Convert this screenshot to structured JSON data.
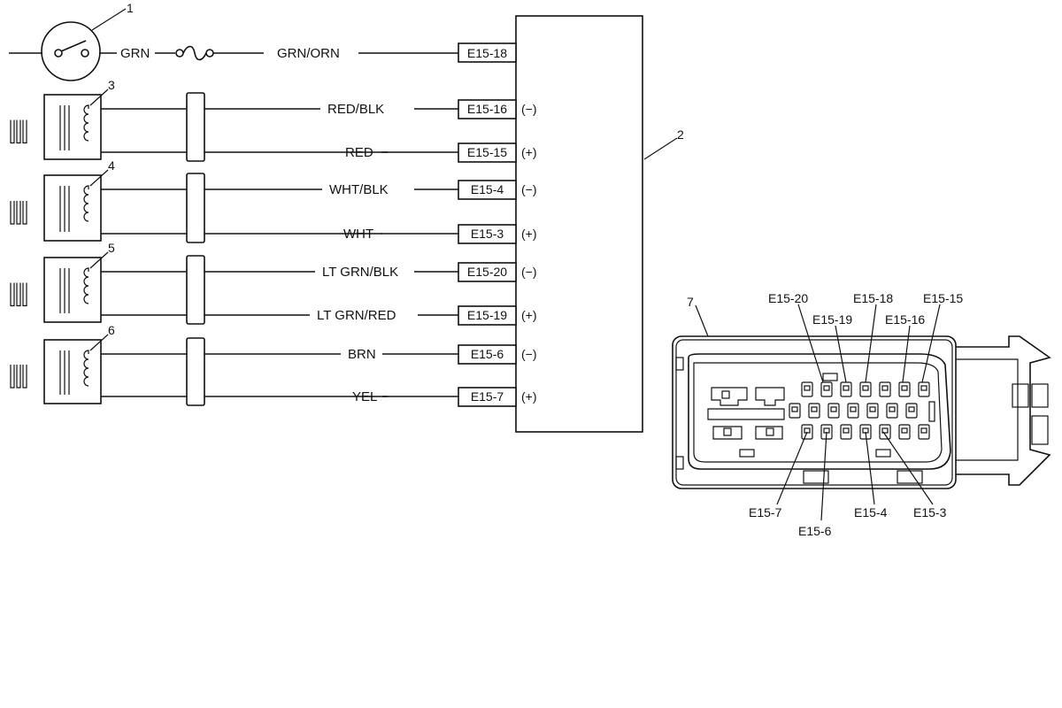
{
  "callouts": [
    "1",
    "2",
    "3",
    "4",
    "5",
    "6",
    "7"
  ],
  "switch_wire": {
    "left_color": "GRN",
    "right_color": "GRN/ORN",
    "pin": "E15-18"
  },
  "sensor_wires": [
    {
      "color": "RED/BLK",
      "pin": "E15-16",
      "polarity": "(−)"
    },
    {
      "color": "RED",
      "pin": "E15-15",
      "polarity": "(+)"
    },
    {
      "color": "WHT/BLK",
      "pin": "E15-4",
      "polarity": "(−)"
    },
    {
      "color": "WHT",
      "pin": "E15-3",
      "polarity": "(+)"
    },
    {
      "color": "LT GRN/BLK",
      "pin": "E15-20",
      "polarity": "(−)"
    },
    {
      "color": "LT  GRN/RED",
      "pin": "E15-19",
      "polarity": "(+)"
    },
    {
      "color": "BRN",
      "pin": "E15-6",
      "polarity": "(−)"
    },
    {
      "color": "YEL",
      "pin": "E15-7",
      "polarity": "(+)"
    }
  ],
  "connector_labels": {
    "top": [
      "E15-20",
      "E15-19",
      "E15-18",
      "E15-16",
      "E15-15"
    ],
    "bottom": [
      "E15-7",
      "E15-6",
      "E15-4",
      "E15-3"
    ]
  }
}
